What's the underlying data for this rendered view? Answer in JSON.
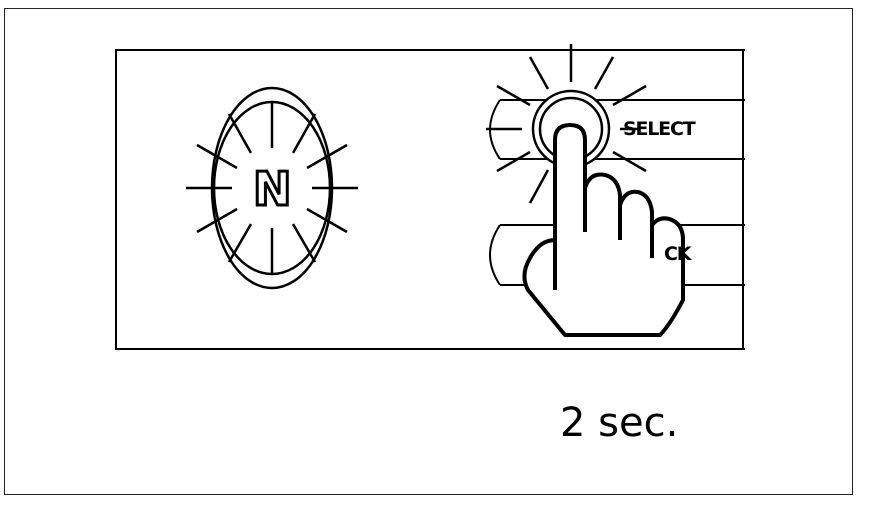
{
  "diagram": {
    "compass_indicator": {
      "letter": "N",
      "state": "flashing"
    },
    "buttons": [
      {
        "label": "SELECT",
        "state": "pressed"
      },
      {
        "label": "CK",
        "state": "obscured"
      }
    ],
    "instruction": {
      "duration": "2 sec."
    },
    "colors": {
      "stroke": "#000000",
      "background": "#ffffff"
    }
  }
}
